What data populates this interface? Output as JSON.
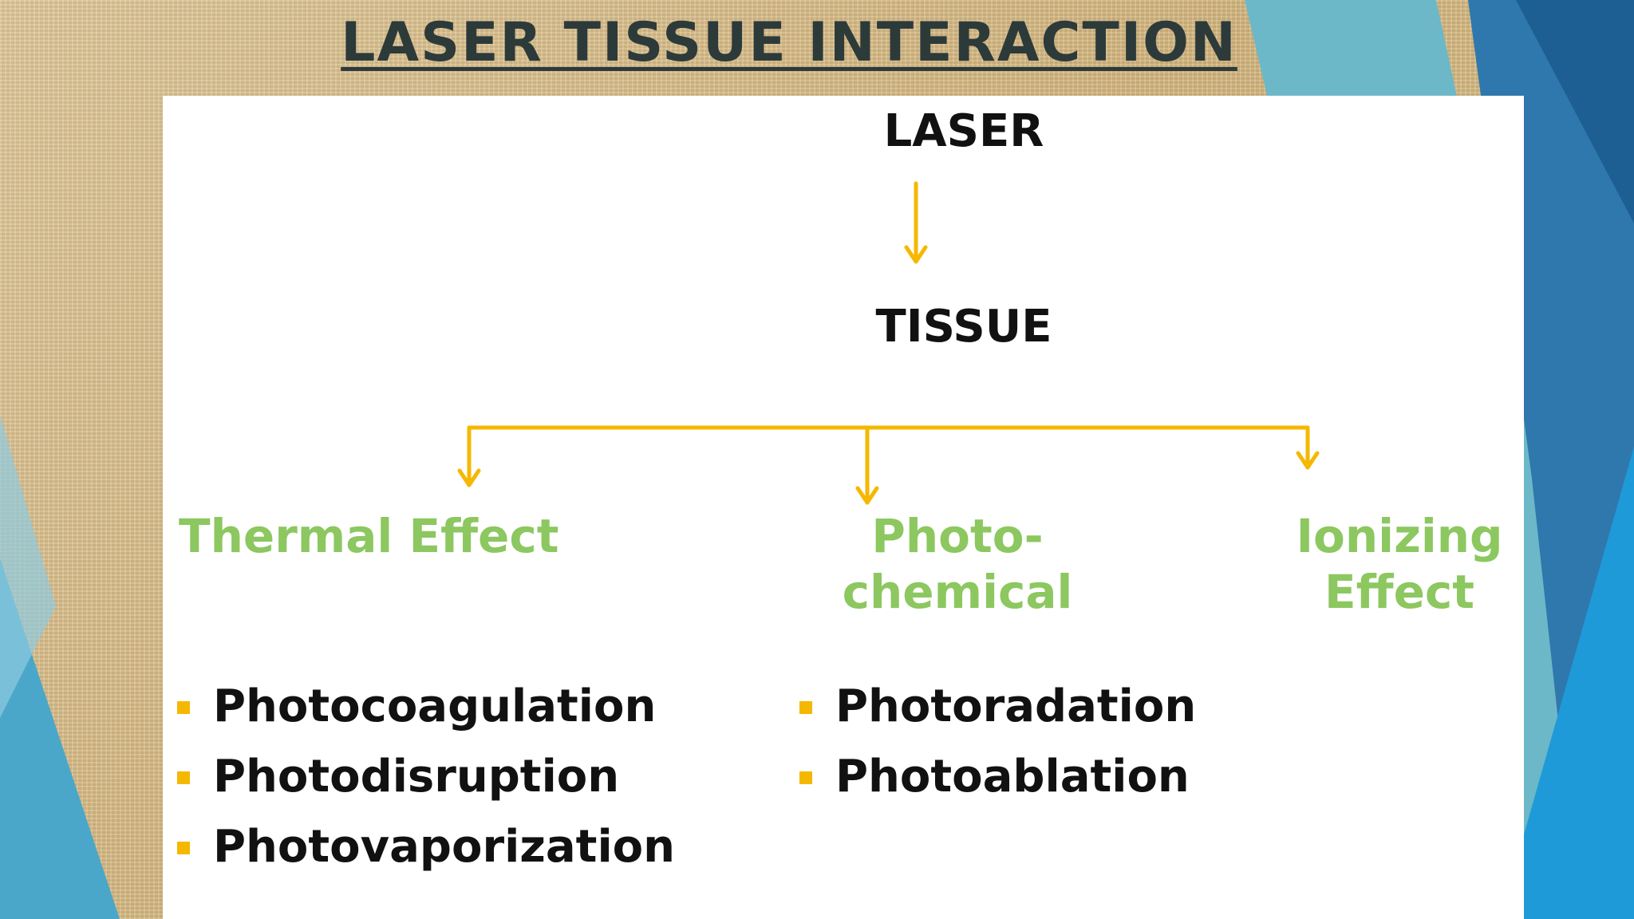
{
  "title": "LASER TISSUE INTERACTION",
  "colors": {
    "title": "#2d3a3a",
    "arrow": "#f5b800",
    "effect_text": "#8cc760",
    "bullet": "#f5b800",
    "panel": "#ffffff"
  },
  "diagram": {
    "root": "LASER",
    "middle": "TISSUE",
    "effects": [
      {
        "line1": "Thermal Effect",
        "line2": ""
      },
      {
        "line1": "Photo-",
        "line2": "chemical"
      },
      {
        "line1": "Ionizing",
        "line2": "Effect"
      }
    ]
  },
  "thermal_items": [
    "Photocoagulation",
    "Photodisruption",
    "Photovaporization"
  ],
  "photochemical_items": [
    "Photoradation",
    "Photoablation"
  ]
}
